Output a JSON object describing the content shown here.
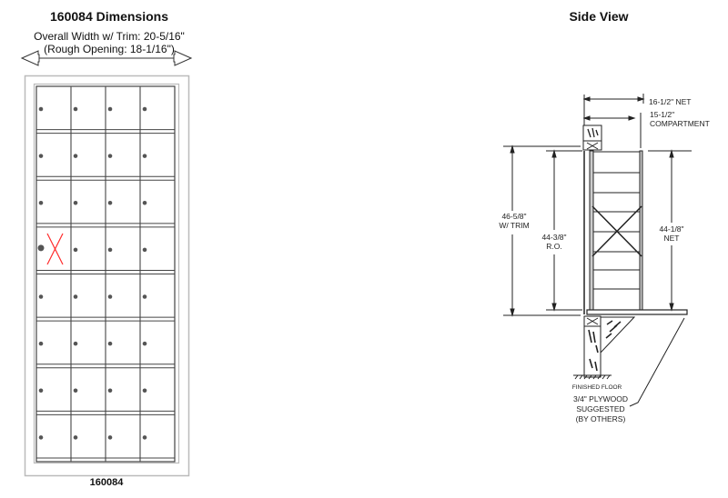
{
  "front_view": {
    "title": "160084 Dimensions",
    "overall_width": "Overall Width w/ Trim: 20-5/16\"",
    "rough_opening": "(Rough Opening: 18-1/16\")",
    "model_label": "160084",
    "grid": {
      "columns": 4,
      "rows": 8
    },
    "marked_compartment": {
      "row": 4,
      "column": 1,
      "mark": "red-x",
      "color": "#ff2a2a"
    }
  },
  "side_view": {
    "title": "Side View",
    "dim_depth_net": "16-1/2\" NET",
    "dim_compartment_value": "15-1/2\"",
    "dim_compartment_label": "COMPARTMENT",
    "dim_trim_value": "46-5/8\"",
    "dim_trim_label": "W/ TRIM",
    "dim_ro_value": "44-3/8\"",
    "dim_ro_label": "R.O.",
    "dim_net_value": "44-1/8\"",
    "dim_net_label": "NET",
    "floor_label": "FINISHED FLOOR",
    "plywood_line1": "3/4\" PLYWOOD",
    "plywood_line2": "SUGGESTED",
    "plywood_line3": "(BY OTHERS)"
  }
}
